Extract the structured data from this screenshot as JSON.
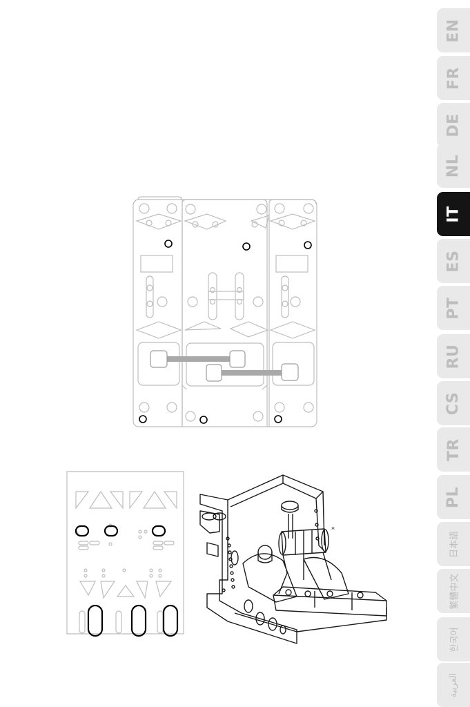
{
  "language_tabs": [
    {
      "label": "EN",
      "active": false
    },
    {
      "label": "FR",
      "active": false
    },
    {
      "label": "DE",
      "active": false
    },
    {
      "label": "NL",
      "active": false
    },
    {
      "label": "IT",
      "active": true
    },
    {
      "label": "ES",
      "active": false
    },
    {
      "label": "PT",
      "active": false
    },
    {
      "label": "RU",
      "active": false
    },
    {
      "label": "CS",
      "active": false
    },
    {
      "label": "TR",
      "active": false
    },
    {
      "label": "PL",
      "active": false
    },
    {
      "label": "日本語",
      "active": false
    },
    {
      "label": "繁體中文",
      "active": false
    },
    {
      "label": "한국어",
      "active": false
    },
    {
      "label": "العربية",
      "active": false
    }
  ],
  "figure_annotation": "*",
  "colors": {
    "tab_inactive": "#e9e9e9",
    "tab_active": "#141414",
    "drawing_line": "#bdbdbd",
    "connector": "#9e9e9e",
    "highlight": "#000000"
  }
}
